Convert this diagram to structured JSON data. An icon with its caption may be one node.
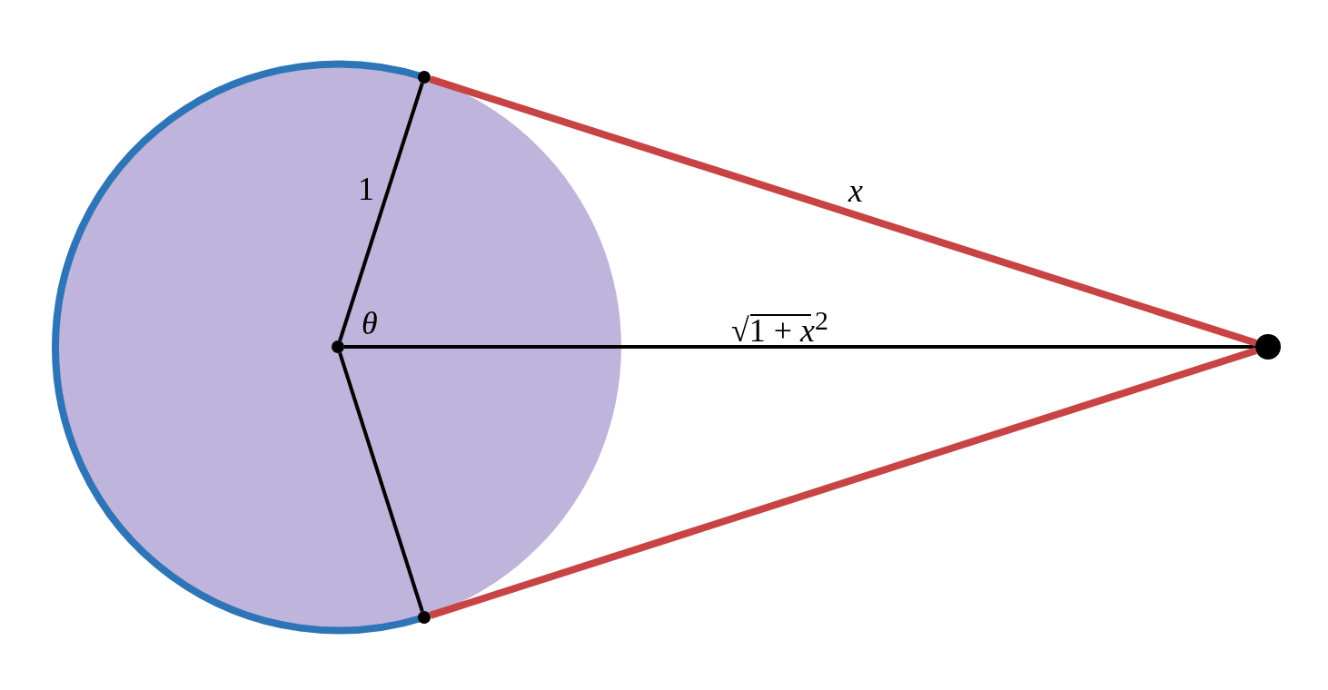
{
  "diagram": {
    "nodes": [
      {
        "text": [],
        "shape": "circle"
      },
      {
        "text": [],
        "shape": "circle"
      },
      {
        "text": [],
        "shape": "circle"
      },
      {
        "text": [],
        "shape": "circle"
      }
    ],
    "edges": [
      {
        "from": 0,
        "to": 1,
        "arrow": "none",
        "label": "1"
      },
      {
        "from": 0,
        "to": 2,
        "arrow": "none"
      },
      {
        "from": 0,
        "to": 3,
        "arrow": "none",
        "label": "√1 + *x*$^{2}$"
      },
      {
        "from": 1,
        "to": 3,
        "arrow": "none",
        "label": "x",
        "style": "thick",
        "color": "#c84444"
      },
      {
        "from": 2,
        "to": 3,
        "arrow": "none",
        "style": "thick",
        "color": "#c84444"
      }
    ],
    "labels": [
      "θ"
    ]
  }
}
